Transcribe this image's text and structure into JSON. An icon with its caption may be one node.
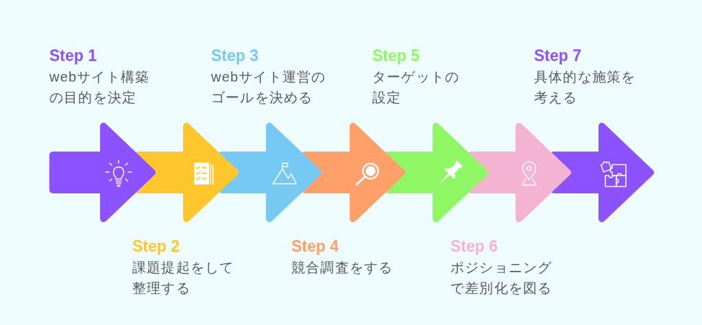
{
  "diagram": {
    "nodes": [
      {
        "text": [],
        "shape": "arrow",
        "beside": [
          "Step 1",
          "webサイト構築の目的を決定"
        ]
      },
      {
        "text": [],
        "shape": "arrow",
        "beside": [
          "Step 2",
          "課題提起をして整理する"
        ]
      },
      {
        "text": [],
        "shape": "arrow",
        "beside": [
          "Step 3",
          "webサイト運営のゴールを決める"
        ]
      },
      {
        "text": [],
        "shape": "arrow",
        "beside": [
          "Step 4",
          "競合調査をする"
        ]
      },
      {
        "text": [],
        "shape": "arrow",
        "beside": [
          "Step 5",
          "ターゲットの設定"
        ]
      },
      {
        "text": [],
        "shape": "arrow",
        "beside": [
          "Step 6",
          "ポジショニングで差別化を図る"
        ]
      },
      {
        "text": [],
        "shape": "arrow",
        "beside": [
          "Step 7",
          "具体的な施策を考える"
        ]
      }
    ]
  }
}
